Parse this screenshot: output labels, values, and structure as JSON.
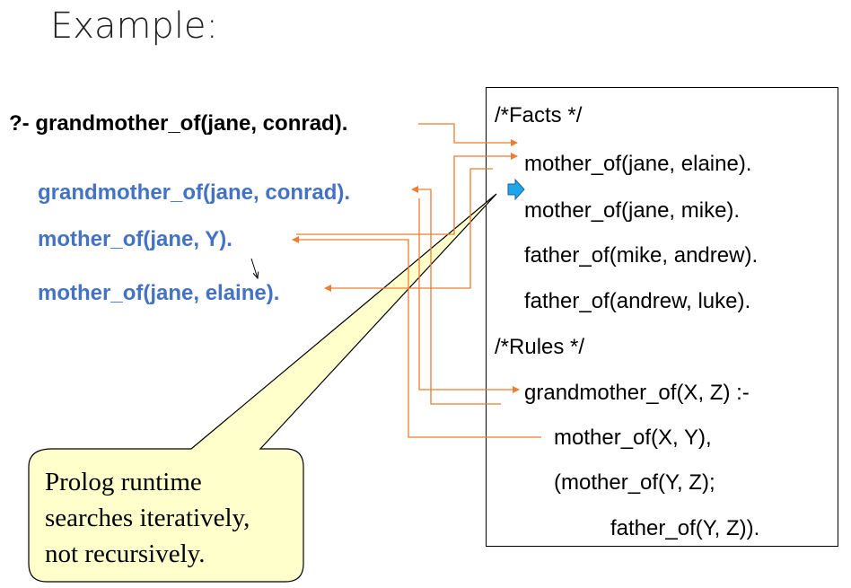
{
  "title": "Example:",
  "query": "?- grandmother_of(jane, conrad).",
  "trace": [
    "grandmother_of(jane, conrad).",
    "mother_of(jane, Y).",
    "mother_of(jane, elaine)."
  ],
  "program": {
    "facts_header": "/*Facts */",
    "facts": [
      "mother_of(jane, elaine).",
      "mother_of(jane, mike).",
      "father_of(mike, andrew).",
      "father_of(andrew, luke)."
    ],
    "rules_header": "/*Rules */",
    "rules": [
      "grandmother_of(X, Z) :-",
      "mother_of(X, Y),",
      "(mother_of(Y, Z);",
      "father_of(Y, Z))."
    ]
  },
  "callout": {
    "lines": [
      "Prolog runtime",
      "searches iteratively,",
      "not recursively."
    ]
  },
  "colors": {
    "arrow": "#ed7d31",
    "trace": "#4472c4",
    "pointer": "#1ea7e8",
    "callout_fill": "#ffffcc"
  }
}
